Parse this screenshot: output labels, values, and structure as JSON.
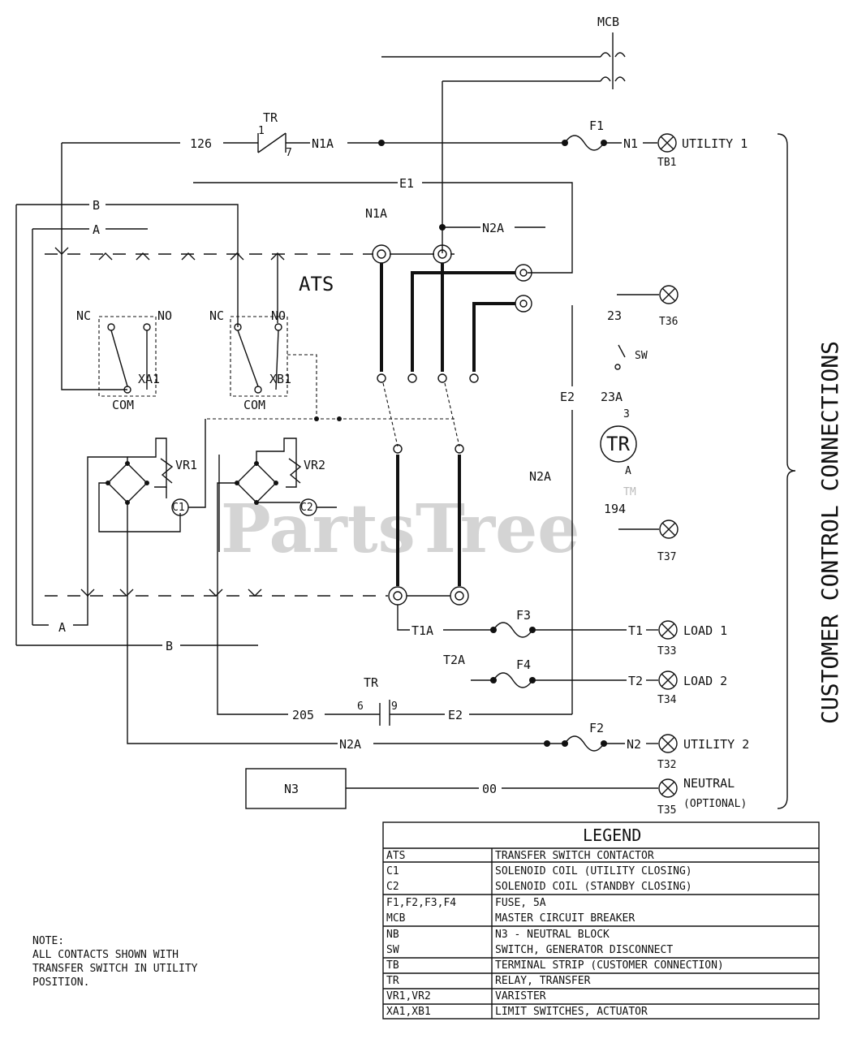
{
  "labels": {
    "mcb": "MCB",
    "tr_top": "TR",
    "contact_1": "1",
    "contact_7": "7",
    "wire_126": "126",
    "wire_n1a": "N1A",
    "f1": "F1",
    "n1": "N1",
    "utility1": "UTILITY 1",
    "tb1": "TB1",
    "e1": "E1",
    "b_top": "B",
    "a_top": "A",
    "n1a_mid": "N1A",
    "n2a_mid": "N2A",
    "ats": "ATS",
    "nc1": "NC",
    "no1": "NO",
    "nc2": "NC",
    "no2": "NO",
    "xa1": "XA1",
    "xb1": "XB1",
    "com1": "COM",
    "com2": "COM",
    "vr1": "VR1",
    "vr2": "VR2",
    "c1": "C1",
    "c2": "C2",
    "t23": "23",
    "t36": "T36",
    "sw": "SW",
    "f2_vert": "E2",
    "t23a": "23A",
    "coil_3": "3",
    "coil_tr": "TR",
    "coil_a": "A",
    "n2a_vert": "N2A",
    "t194": "194",
    "t37": "T37",
    "a_bottom": "A",
    "b_bottom": "B",
    "t1a": "T1A",
    "f3": "F3",
    "t1": "T1",
    "load1": "LOAD 1",
    "t33": "T33",
    "t2a": "T2A",
    "f4": "F4",
    "t2": "T2",
    "load2": "LOAD 2",
    "t34": "T34",
    "tr_bottom": "TR",
    "contact_6": "6",
    "contact_9": "9",
    "wire_205": "205",
    "e2_bottom": "E2",
    "n2a_bottom": "N2A",
    "f2": "F2",
    "n2": "N2",
    "utility2": "UTILITY 2",
    "t32": "T32",
    "n3": "N3",
    "wire_00": "00",
    "neutral": "NEUTRAL",
    "optional": "(OPTIONAL)",
    "t35": "T35",
    "customer_connections": "CUSTOMER CONTROL CONNECTIONS"
  },
  "watermark": {
    "text": "PartsTree",
    "tm": "TM"
  },
  "note": [
    "NOTE:",
    "ALL CONTACTS SHOWN WITH",
    "TRANSFER SWITCH IN UTILITY",
    "POSITION."
  ],
  "legend": {
    "title": "LEGEND",
    "rows": [
      {
        "code": "ATS",
        "desc": "TRANSFER SWITCH CONTACTOR"
      },
      {
        "code": "C1",
        "desc": "SOLENOID COIL (UTILITY CLOSING)"
      },
      {
        "code": "C2",
        "desc": "SOLENOID COIL (STANDBY CLOSING)"
      },
      {
        "code": "F1,F2,F3,F4",
        "desc": "FUSE, 5A"
      },
      {
        "code": "MCB",
        "desc": "MASTER CIRCUIT BREAKER"
      },
      {
        "code": "NB",
        "desc": "N3 - NEUTRAL BLOCK"
      },
      {
        "code": "SW",
        "desc": "SWITCH, GENERATOR DISCONNECT"
      },
      {
        "code": "TB",
        "desc": "TERMINAL STRIP (CUSTOMER CONNECTION)"
      },
      {
        "code": "TR",
        "desc": "RELAY, TRANSFER"
      },
      {
        "code": "VR1,VR2",
        "desc": "VARISTER"
      },
      {
        "code": "XA1,XB1",
        "desc": "LIMIT SWITCHES, ACTUATOR"
      }
    ]
  }
}
